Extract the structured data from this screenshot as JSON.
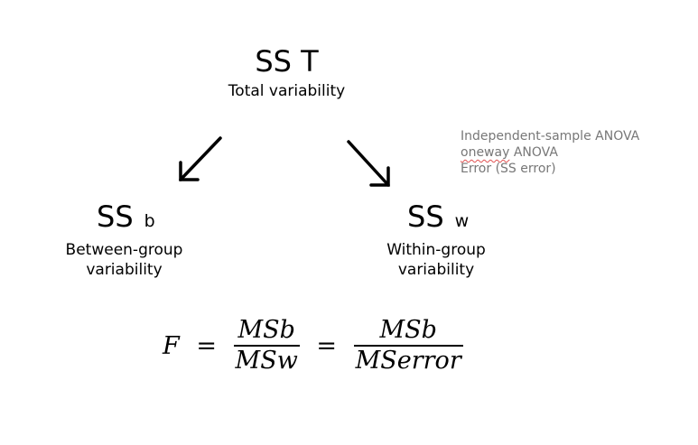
{
  "root": {
    "label": "SS T",
    "description": "Total variability"
  },
  "left": {
    "label": "SS",
    "subscript": "b",
    "description_line1": "Between-group",
    "description_line2": "variability"
  },
  "right": {
    "label": "SS",
    "subscript": "w",
    "description_line1": "Within-group",
    "description_line2": "variability"
  },
  "notes": {
    "line1": "Independent-sample ANOVA",
    "line2_word1": "oneway",
    "line2_word2": " ANOVA",
    "line3": "Error (SS error)"
  },
  "formula": {
    "lhs": "F",
    "eq": "=",
    "num1": "MSb",
    "den1": "MSw",
    "num2": "MSb",
    "den2": "MSerror"
  },
  "arrows": [
    "arrow-to-between",
    "arrow-to-within"
  ]
}
